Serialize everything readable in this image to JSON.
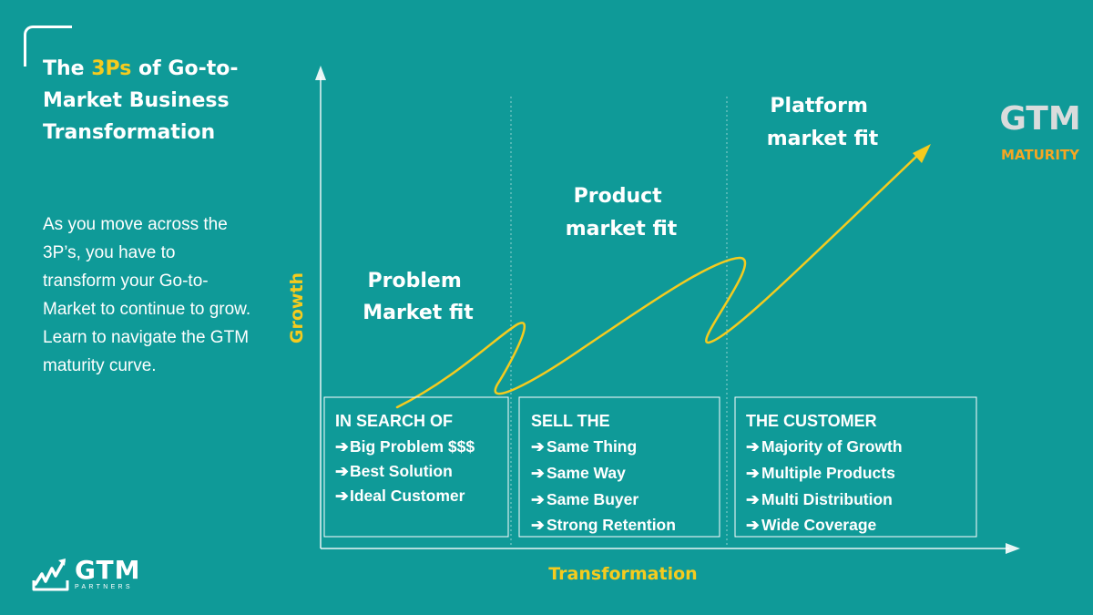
{
  "sidebar": {
    "title_prefix": "The ",
    "title_highlight": "3Ps",
    "title_suffix": " of Go-to-Market Business Transformation",
    "body": "As you move across the 3P’s, you have to transform your Go-to-Market to continue to grow. Learn to navigate the GTM maturity curve."
  },
  "logo": {
    "name": "GTM",
    "subtitle": "PARTNERS"
  },
  "diagram": {
    "y_axis_label": "Growth",
    "x_axis_label": "Transformation",
    "maturity": {
      "big": "GTM",
      "small": "MATURITY"
    },
    "colors": {
      "background": "#0f9a98",
      "accent": "#f5cb1e",
      "maturity_accent": "#f5a623",
      "text": "#ffffff"
    },
    "phases": [
      {
        "label_lines": [
          "Problem",
          "Market fit"
        ],
        "heading": "IN SEARCH OF",
        "items": [
          "Big Problem $$$",
          "Best Solution",
          "Ideal Customer"
        ]
      },
      {
        "label_lines": [
          "Product",
          "market fit"
        ],
        "heading": "SELL THE",
        "items": [
          "Same Thing",
          "Same Way",
          "Same Buyer",
          "Strong Retention"
        ]
      },
      {
        "label_lines": [
          "Platform",
          "market fit"
        ],
        "heading": "THE CUSTOMER",
        "items": [
          "Majority of Growth",
          "Multiple Products",
          "Multi Distribution",
          "Wide Coverage"
        ]
      }
    ]
  }
}
